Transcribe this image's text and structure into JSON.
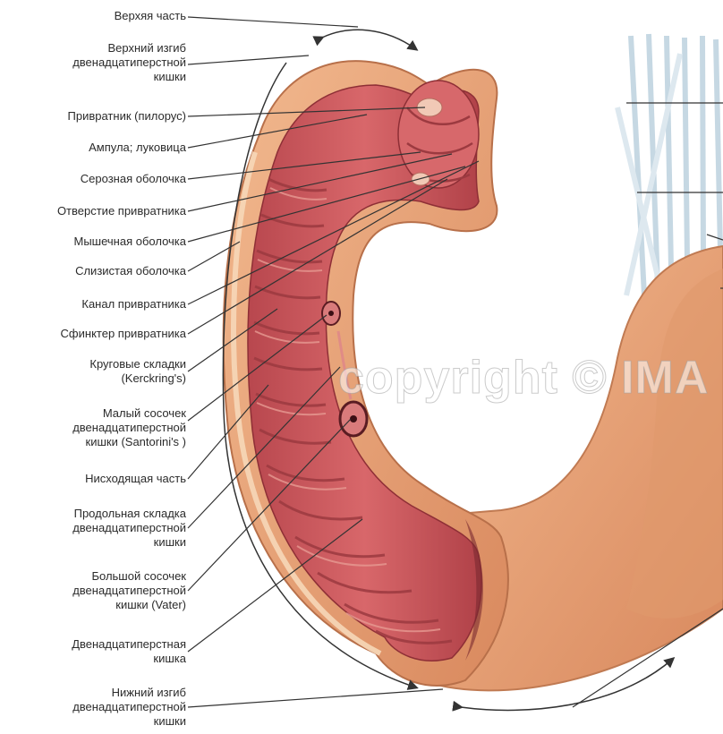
{
  "diagram": {
    "labels": [
      {
        "id": "upper-part",
        "text": "Верхяя часть"
      },
      {
        "id": "upper-flexure",
        "text": "Верхний изгиб\nдвенадцатиперстной\nкишки"
      },
      {
        "id": "pylorus",
        "text": "Привратник (пилорус)"
      },
      {
        "id": "ampulla",
        "text": "Ампула; луковица"
      },
      {
        "id": "serosa",
        "text": "Серозная оболочка"
      },
      {
        "id": "pyloric-orifice",
        "text": "Отверстие привратника"
      },
      {
        "id": "muscular-layer",
        "text": "Мышечная оболочка"
      },
      {
        "id": "mucosa",
        "text": "Слизистая оболочка"
      },
      {
        "id": "pyloric-canal",
        "text": "Канал привратника"
      },
      {
        "id": "pyloric-sphincter",
        "text": "Сфинктер привратника"
      },
      {
        "id": "circular-folds",
        "text": "Круговые складки\n(Kerckring's)"
      },
      {
        "id": "minor-papilla",
        "text": "Малый сосочек\nдвенадцатиперстной\nкишки (Santorini's )"
      },
      {
        "id": "descending-part",
        "text": "Нисходящая часть"
      },
      {
        "id": "longitudinal-fold",
        "text": "Продольная складка\nдвенадцатиперстной\nкишки"
      },
      {
        "id": "major-papilla",
        "text": "Большой сосочек\nдвенадцатиперстной\nкишки (Vater)"
      },
      {
        "id": "duodenum",
        "text": "Двенадцатиперстная\nкишка"
      },
      {
        "id": "lower-flexure",
        "text": "Нижний изгиб\nдвенадцатиперстной\nкишки"
      }
    ],
    "watermark": "copyright © IMA",
    "colors": {
      "tissue_outer": "#e9a77e",
      "tissue_inner": "#c9555a",
      "fold_dark": "#9c3a40",
      "fold_light": "#e08b86",
      "serosa": "#f6d7b8",
      "ligament": "#c9dbe6",
      "leader": "#333333"
    }
  }
}
